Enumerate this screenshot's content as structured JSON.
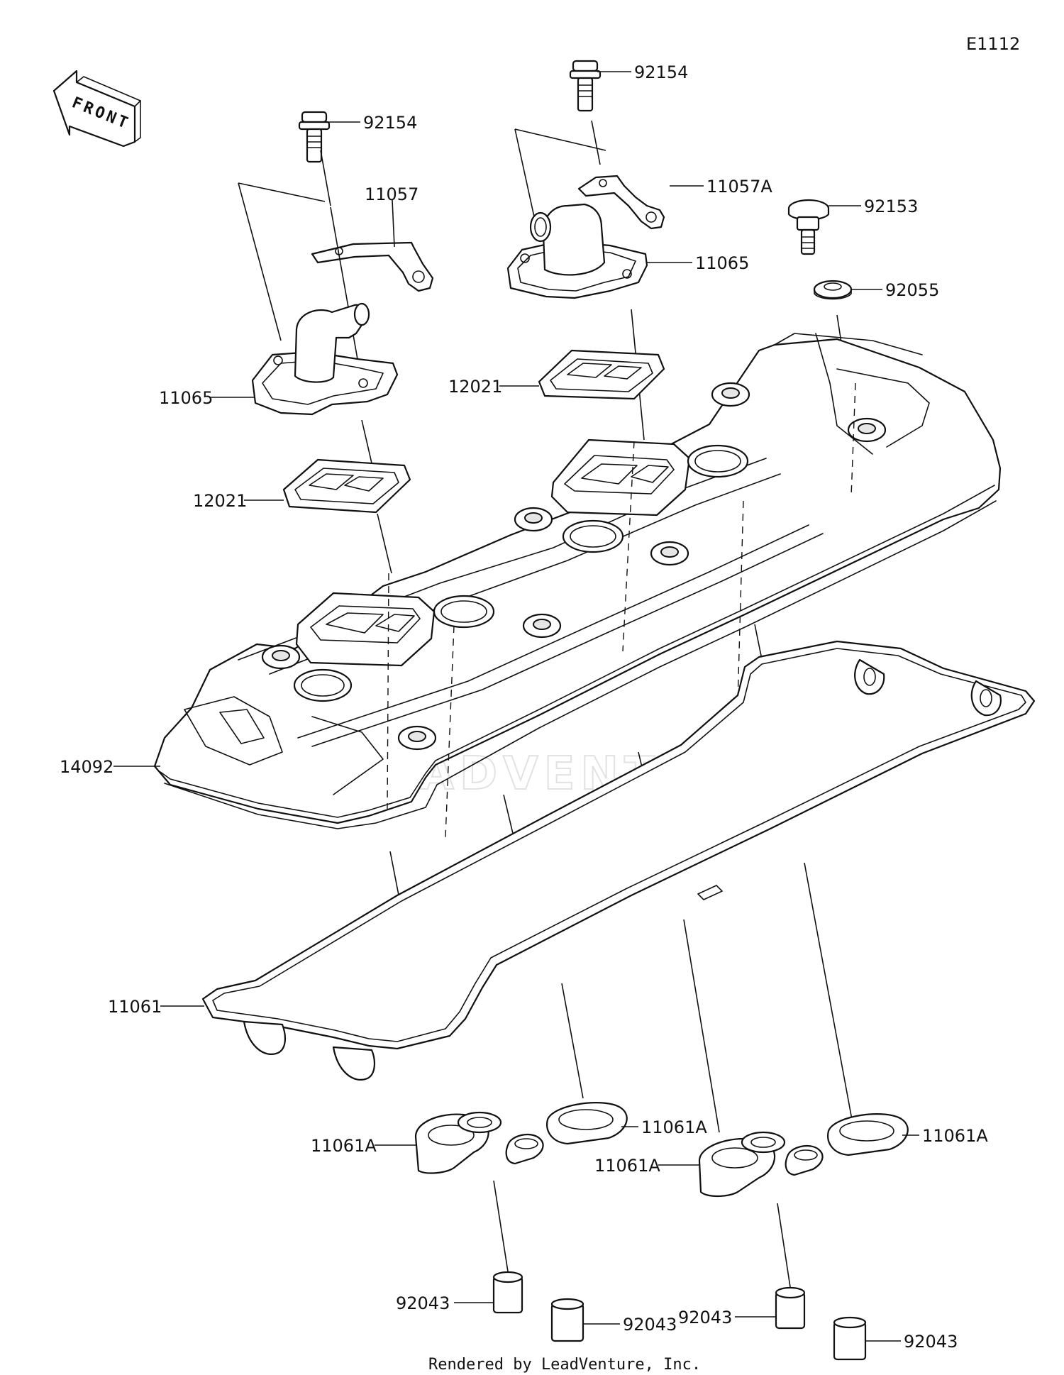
{
  "diagram_id": "E1112",
  "front_arrow": "FRONT",
  "footer": "Rendered by LeadVenture, Inc.",
  "watermark": "LEADVENTURE",
  "callouts": [
    {
      "id": "c1",
      "text": "92154"
    },
    {
      "id": "c2",
      "text": "92154"
    },
    {
      "id": "c3",
      "text": "11057"
    },
    {
      "id": "c4",
      "text": "11057A"
    },
    {
      "id": "c5",
      "text": "92153"
    },
    {
      "id": "c6",
      "text": "11065"
    },
    {
      "id": "c7",
      "text": "92055"
    },
    {
      "id": "c8",
      "text": "11065"
    },
    {
      "id": "c9",
      "text": "12021"
    },
    {
      "id": "c10",
      "text": "12021"
    },
    {
      "id": "c11",
      "text": "14092"
    },
    {
      "id": "c12",
      "text": "11061"
    },
    {
      "id": "c13",
      "text": "11061A"
    },
    {
      "id": "c14",
      "text": "11061A"
    },
    {
      "id": "c15",
      "text": "11061A"
    },
    {
      "id": "c16",
      "text": "11061A"
    },
    {
      "id": "c17",
      "text": "92043"
    },
    {
      "id": "c18",
      "text": "92043"
    },
    {
      "id": "c19",
      "text": "92043"
    },
    {
      "id": "c20",
      "text": "92043"
    }
  ]
}
